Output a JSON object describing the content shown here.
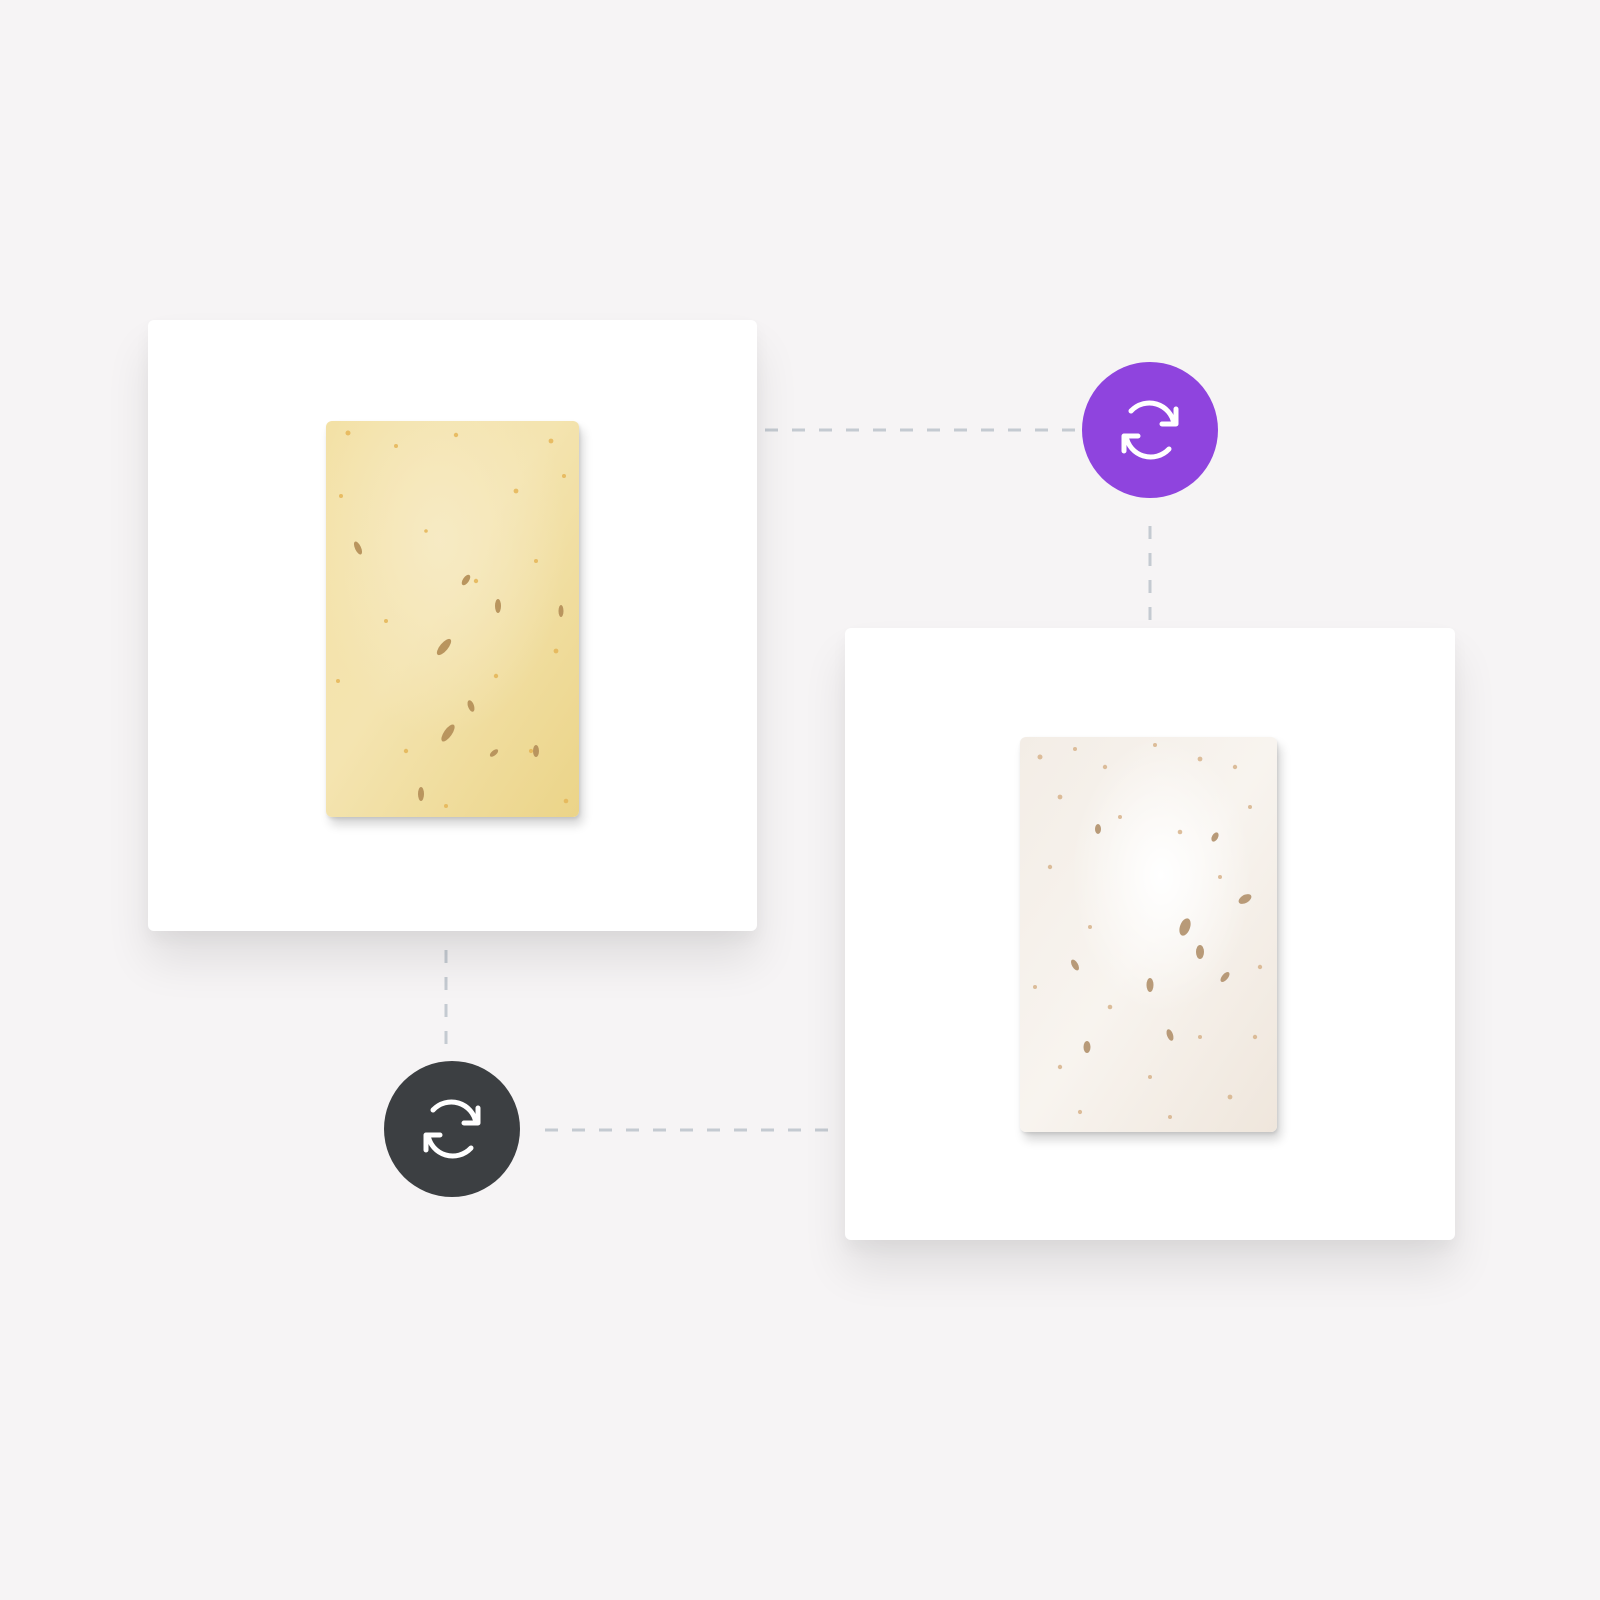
{
  "canvas": {
    "background": "#f6f4f5"
  },
  "connectors": {
    "color": "#c4cad1",
    "style": "dashed"
  },
  "cards": [
    {
      "id": "card-a",
      "product": "yellow-herbal-soap-bar",
      "soap_color": "#f2deA0"
    },
    {
      "id": "card-b",
      "product": "white-oat-soap-bar",
      "soap_color": "#f6efe8"
    }
  ],
  "sync_buttons": [
    {
      "id": "sync-btn-a",
      "icon": "sync-icon",
      "color": "#8f44de"
    },
    {
      "id": "sync-btn-b",
      "icon": "sync-icon",
      "color": "#3c3f42"
    }
  ]
}
